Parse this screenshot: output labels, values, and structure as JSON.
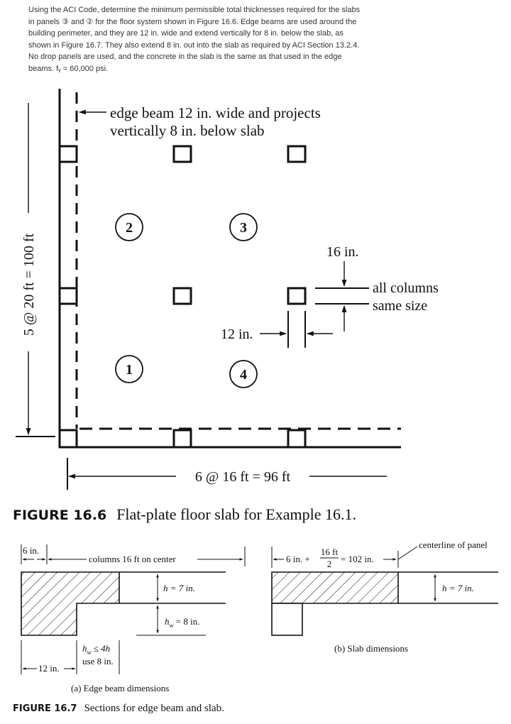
{
  "problem": {
    "lines": [
      "Using the ACI Code, determine the minimum permissible total thicknesses required for the slabs",
      "in panels ③ and ② for the floor system shown in Figure 16.6. Edge beams are used around the",
      "building perimeter, and they are 12 in. wide and extend vertically for 8 in. below the slab, as",
      "shown in Figure 16.7. They also extend 8 in. out into the slab as required by ACI Section 13.2.4.",
      "No drop panels are used, and the concrete in the slab is the same as that used in the edge",
      "beams. fᵧ = 60,000 psi."
    ]
  },
  "figure_16_6": {
    "edge_beam_note_1": "edge beam 12 in. wide and projects",
    "edge_beam_note_2": "vertically 8 in. below slab",
    "vertical_dim": "5 @ 20 ft = 100 ft",
    "horizontal_dim": "6 @ 16 ft = 96 ft",
    "panels": [
      "1",
      "2",
      "3",
      "4"
    ],
    "col_depth_label": "16 in.",
    "col_width_label": "12 in.",
    "columns_note_1": "all columns",
    "columns_note_2": "same size",
    "caption_label": "FIGURE 16.6",
    "caption_text": "Flat-plate floor slab for Example 16.1."
  },
  "figure_16_7": {
    "a_flange": "6 in.",
    "a_columns": "columns 16 ft on center",
    "a_h": "h = 7 in.",
    "a_hw": "h",
    "a_hw_sub": "w",
    "a_hw_val": " = 8 in.",
    "a_limit_1": "h",
    "a_limit_1_sub": "w",
    "a_limit_1_rest": " ≤ 4h",
    "a_limit_2": "use 8 in.",
    "a_web": "12 in.",
    "a_title": "(a) Edge beam dimensions",
    "b_left": "6 in. +",
    "b_frac_num": "16 ft",
    "b_frac_den": "2",
    "b_result": "= 102 in.",
    "b_centerline": "centerline of panel",
    "b_h": "h = 7 in.",
    "b_title": "(b) Slab dimensions",
    "caption_label": "FIGURE 16.7",
    "caption_text": "Sections for edge beam and slab."
  }
}
